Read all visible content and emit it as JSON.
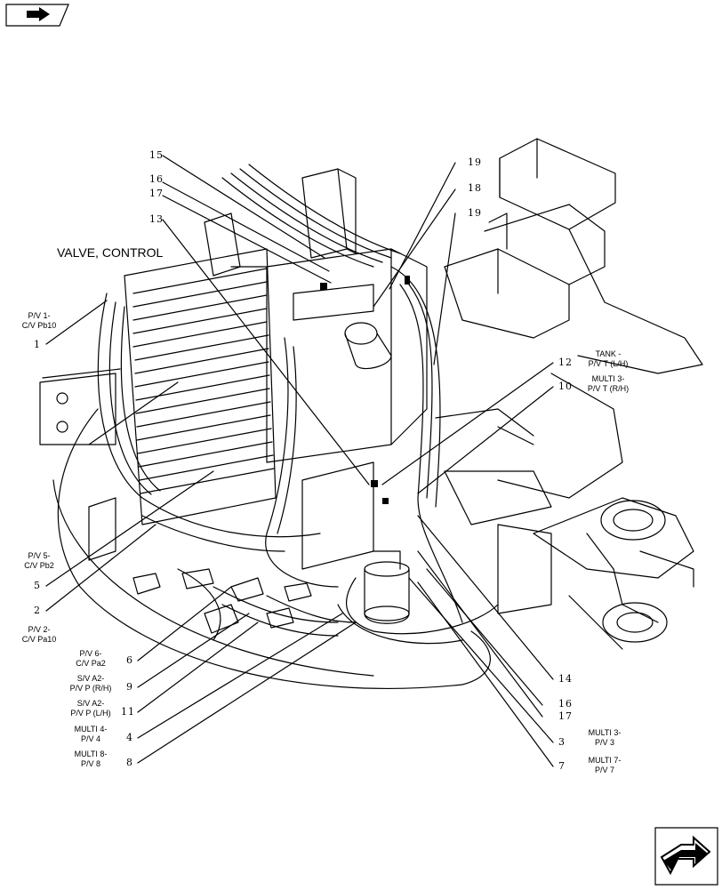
{
  "title": "VALVE, CONTROL",
  "callouts": {
    "n1": "1",
    "n2": "2",
    "n3": "3",
    "n4": "4",
    "n5": "5",
    "n6": "6",
    "n7": "7",
    "n8": "8",
    "n9": "9",
    "n10": "10",
    "n11": "11",
    "n12": "12",
    "n13": "13",
    "n14": "14",
    "n15": "15",
    "n16a": "16",
    "n16b": "16",
    "n17a": "17",
    "n17b": "17",
    "n18": "18",
    "n19a": "19",
    "n19b": "19"
  },
  "labels": {
    "pv1": [
      "P/V 1-",
      "C/V Pb10"
    ],
    "pv5": [
      "P/V 5-",
      "C/V Pb2"
    ],
    "pv2": [
      "P/V 2-",
      "C/V Pa10"
    ],
    "pv6": [
      "P/V 6-",
      "C/V Pa2"
    ],
    "sva2rh": [
      "S/V A2-",
      "P/V P (R/H)"
    ],
    "sva2lh": [
      "S/V A2-",
      "P/V P (L/H)"
    ],
    "multi4": [
      "MULTI 4-",
      "P/V 4"
    ],
    "multi8": [
      "MULTI 8-",
      "P/V 8"
    ],
    "tank": [
      "TANK -",
      "P/V T (L/H)"
    ],
    "multi3t": [
      "MULTI 3-",
      "P/V T (R/H)"
    ],
    "multi3": [
      "MULTI 3-",
      "P/V 3"
    ],
    "multi7": [
      "MULTI 7-",
      "P/V 7"
    ]
  },
  "icons": {
    "top": "return-arrow-icon",
    "bottom": "next-arrow-icon"
  }
}
